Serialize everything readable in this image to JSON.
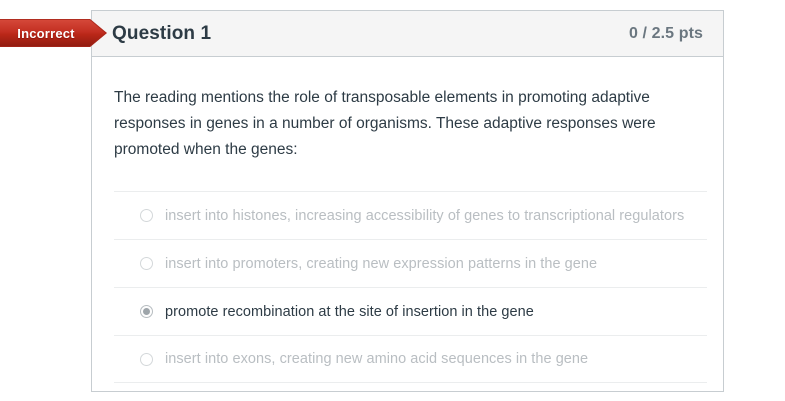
{
  "status": {
    "label": "Incorrect",
    "color": "#c0392b",
    "text_color": "#ffffff"
  },
  "question": {
    "title": "Question 1",
    "points": "0 / 2.5 pts",
    "prompt": "The reading mentions the role of transposable elements in promoting adaptive responses in genes in a number of organisms. These adaptive responses were promoted when the genes:",
    "answers": [
      {
        "label": "insert into histones, increasing accessibility of genes to transcriptional regulators",
        "selected": false
      },
      {
        "label": "insert into promoters, creating new expression patterns in the gene",
        "selected": false
      },
      {
        "label": "promote recombination at the site of insertion in the gene",
        "selected": true
      },
      {
        "label": "insert into exons, creating new amino acid sequences in the gene",
        "selected": false
      }
    ]
  },
  "colors": {
    "card_border": "#c7cdd1",
    "header_background": "#f5f5f5",
    "text_primary": "#2d3b45",
    "text_muted": "#b9bec2",
    "points_text": "#6b7780",
    "divider": "#ebedee"
  }
}
